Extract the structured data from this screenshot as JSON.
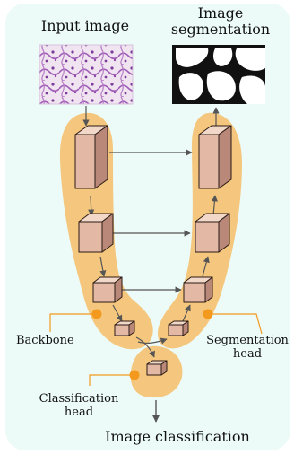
{
  "labels": {
    "input_image": "Input image",
    "segmentation_title_line1": "Image",
    "segmentation_title_line2": "segmentation",
    "backbone": "Backbone",
    "segmentation_head_line1": "Segmentation",
    "segmentation_head_line2": "head",
    "classification_head_line1": "Classification",
    "classification_head_line2": "head",
    "image_classification": "Image classification"
  },
  "colors": {
    "panel_background": "#ecfbf7",
    "region_fill": "#f5c77e",
    "callout_orange": "#f39a1e",
    "block_front": "#e3b9a6",
    "block_top": "#f2d8c8",
    "block_side": "#b98878",
    "histology_pink": "#c99ad0",
    "arrow_gray": "#555555"
  },
  "icons": {
    "input_thumbnail": "histology-image-icon",
    "output_thumbnail": "segmentation-mask-icon"
  }
}
